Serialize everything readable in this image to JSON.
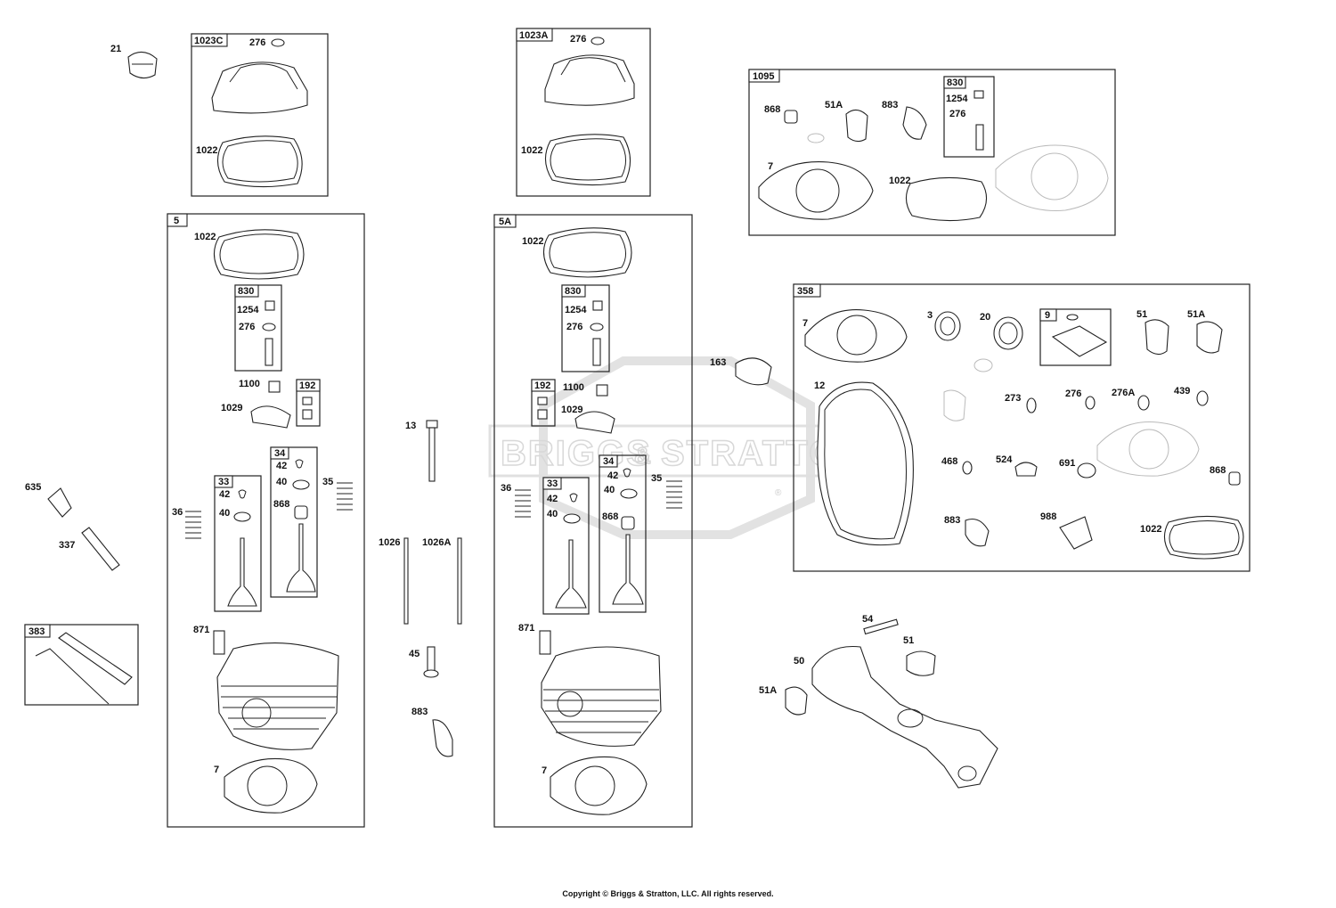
{
  "watermark": {
    "brand_left": "BRIGGS",
    "ampersand": "&",
    "brand_right": "STRATTON",
    "registered": "®"
  },
  "copyright": "Copyright © Briggs & Stratton, LLC. All rights reserved.",
  "groups": {
    "g1023c": "1023C",
    "g1023a": "1023A",
    "g1095": "1095",
    "g830_1095": "830",
    "g5": "5",
    "g830_5": "830",
    "g192_5": "192",
    "g34_5": "34",
    "g33_5": "33",
    "g5a": "5A",
    "g830_5a": "830",
    "g192_5a": "192",
    "g34_5a": "34",
    "g33_5a": "33",
    "g358": "358",
    "g9": "9",
    "g383": "383"
  },
  "labels": {
    "l21": "21",
    "c276": "276",
    "c1022": "1022",
    "a276": "276",
    "a1022": "1022",
    "k868": "868",
    "k51a": "51A",
    "k883": "883",
    "k1254": "1254",
    "k276": "276",
    "k7": "7",
    "k1022": "1022",
    "s1022": "1022",
    "s1254": "1254",
    "s276": "276",
    "s1100": "1100",
    "s1029": "1029",
    "s42b": "42",
    "s40b": "40",
    "s868": "868",
    "s42a": "42",
    "s40a": "40",
    "s35": "35",
    "s36": "36",
    "s871": "871",
    "s7": "7",
    "l635": "635",
    "l337": "337",
    "l13": "13",
    "l1026": "1026",
    "l1026a": "1026A",
    "l45": "45",
    "l883": "883",
    "t1022": "1022",
    "t1254": "1254",
    "t276": "276",
    "t1100": "1100",
    "t1029": "1029",
    "t42b": "42",
    "t40b": "40",
    "t868": "868",
    "t42a": "42",
    "t40a": "40",
    "t35": "35",
    "t36": "36",
    "t871": "871",
    "t7": "7",
    "l163": "163",
    "m7": "7",
    "m3": "3",
    "m20": "20",
    "m51": "51",
    "m51a": "51A",
    "m12": "12",
    "m273": "273",
    "m276": "276",
    "m276a": "276A",
    "m439": "439",
    "m468": "468",
    "m524": "524",
    "m691": "691",
    "m868": "868",
    "m883": "883",
    "m988": "988",
    "m1022": "1022",
    "l54": "54",
    "l51": "51",
    "l50": "50",
    "l51a": "51A"
  }
}
